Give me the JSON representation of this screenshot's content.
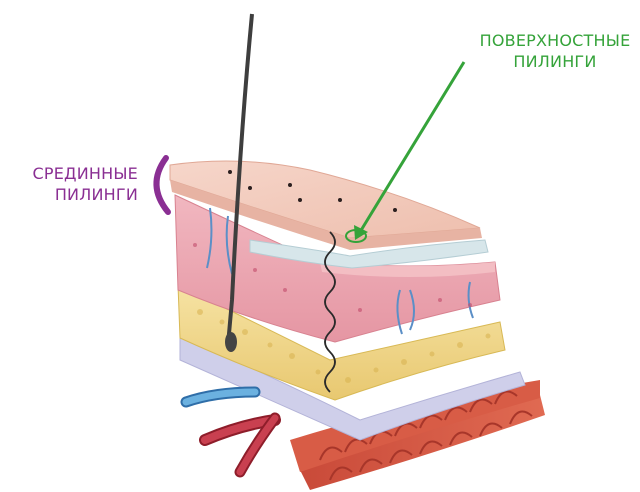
{
  "labels": {
    "surface": {
      "line1": "ПОВЕРХНОСТНЫЕ",
      "line2": "ПИЛИНГИ",
      "color": "#35a33a"
    },
    "medium": {
      "line1": "СРЕДИННЫЕ",
      "line2": "ПИЛИНГИ",
      "color": "#8a2f93"
    }
  },
  "colors": {
    "epidermis_top": "#f3cbbd",
    "dermis": "#eda9b3",
    "hypodermis": "#f1d98d",
    "fascia": "#c9c9e6",
    "muscle": "#d0553f",
    "vein": "#5b9fd3",
    "artery": "#c2323f",
    "hair": "#3e3e3e"
  }
}
